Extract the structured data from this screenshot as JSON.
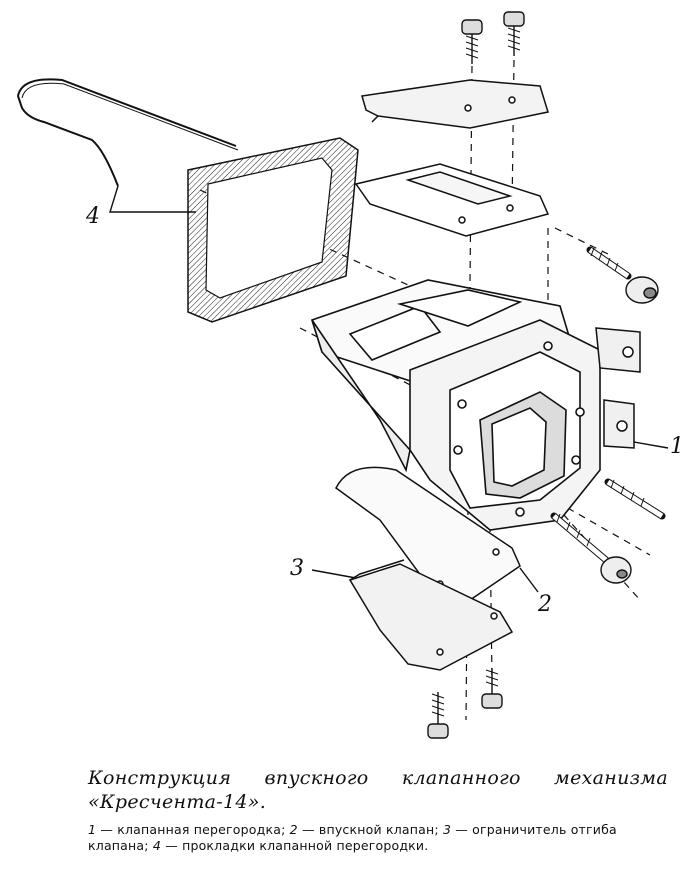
{
  "callouts": {
    "c1": "1",
    "c2": "2",
    "c3": "3",
    "c4": "4"
  },
  "caption": {
    "title": "Конструкция впускного клапанного механизма «Кресчента-14».",
    "legend": [
      {
        "num": "1",
        "text": "клапанная перегородка;"
      },
      {
        "num": "2",
        "text": "впускной клапан;"
      },
      {
        "num": "3",
        "text": "ограничитель отгиба клапана;"
      },
      {
        "num": "4",
        "text": "прокладки клапанной перегородки."
      }
    ]
  }
}
